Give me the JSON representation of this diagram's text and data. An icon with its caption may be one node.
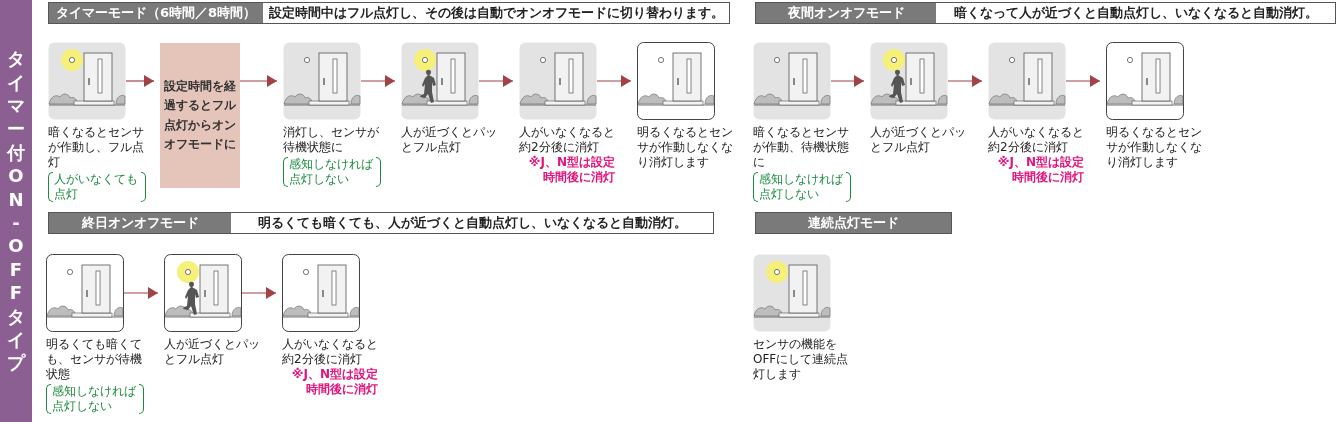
{
  "diagram": {
    "title": "タイマー付ON-OFFタイプ",
    "nodes": [
      {
        "text": [
          "タイマーモード（6時間／8時間）",
          "設定時間中はフル点灯し、その後は自動でオンオフモードに切り替わります。"
        ]
      },
      {
        "text": [
          "暗くなるとセンサが作動し、フル点灯",
          "人がいなくても点灯"
        ]
      },
      {
        "text": [
          "設定時間を経過するとフル点灯からオンオフモードに"
        ]
      },
      {
        "text": [
          "消灯し、センサが待機状態に",
          "感知しなければ点灯しない"
        ]
      },
      {
        "text": [
          "人が近づくとパッとフル点灯"
        ]
      },
      {
        "text": [
          "人がいなくなると約2分後に消灯",
          "※J、N型は設定時間後に消灯"
        ]
      },
      {
        "text": [
          "明るくなるとセンサが作動しなくなり消灯します"
        ]
      },
      {
        "text": [
          "夜間オンオフモード",
          "暗くなって人が近づくと自動点灯し、いなくなると自動消灯。"
        ]
      },
      {
        "text": [
          "暗くなるとセンサが作動、待機状態に",
          "感知しなければ点灯しない"
        ]
      },
      {
        "text": [
          "人が近づくとパッとフル点灯"
        ]
      },
      {
        "text": [
          "人がいなくなると約2分後に消灯",
          "※J、N型は設定時間後に消灯"
        ]
      },
      {
        "text": [
          "明るくなるとセンサが作動しなくなり消灯します"
        ]
      },
      {
        "text": [
          "終日オンオフモード",
          "明るくても暗くても、人が近づくと自動点灯し、いなくなると自動消灯。"
        ]
      },
      {
        "text": [
          "明るくても暗くても、センサが待機状態",
          "感知しなければ点灯しない"
        ]
      },
      {
        "text": [
          "人が近づくとパッとフル点灯"
        ]
      },
      {
        "text": [
          "人がいなくなると約2分後に消灯",
          "※J、N型は設定時間後に消灯"
        ]
      },
      {
        "text": [
          "連続点灯モード"
        ]
      },
      {
        "text": [
          "センサの機能をOFFにして連続点灯します"
        ]
      }
    ],
    "edges": [
      {
        "from": 1,
        "to": 2,
        "arrow": "to"
      },
      {
        "from": 2,
        "to": 3,
        "arrow": "to"
      },
      {
        "from": 3,
        "to": 4,
        "arrow": "to"
      },
      {
        "from": 4,
        "to": 5,
        "arrow": "to"
      },
      {
        "from": 5,
        "to": 6,
        "arrow": "to"
      },
      {
        "from": 8,
        "to": 9,
        "arrow": "to"
      },
      {
        "from": 9,
        "to": 10,
        "arrow": "to"
      },
      {
        "from": 10,
        "to": 11,
        "arrow": "to"
      },
      {
        "from": 13,
        "to": 14,
        "arrow": "to"
      },
      {
        "from": 14,
        "to": 15,
        "arrow": "to"
      }
    ]
  }
}
